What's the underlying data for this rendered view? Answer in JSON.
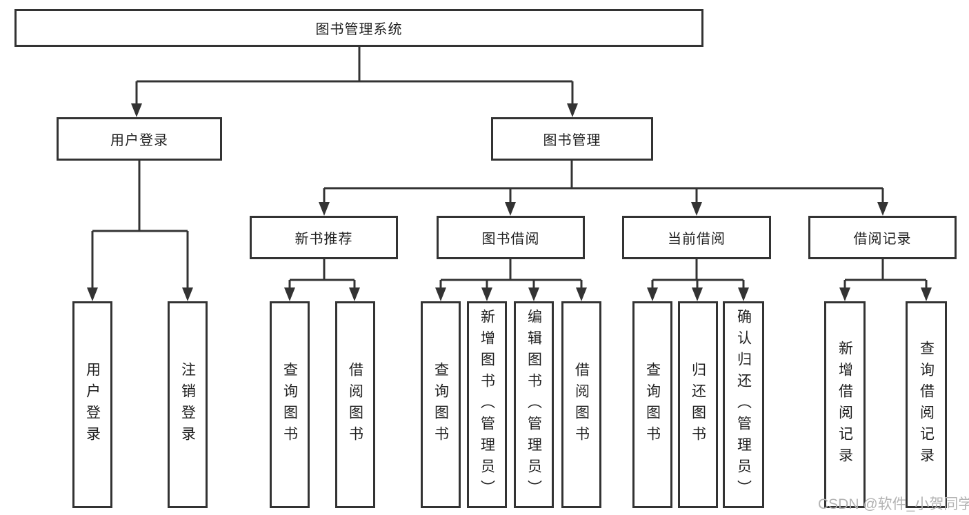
{
  "diagram_title": "图书管理系统",
  "tree": {
    "root": {
      "label": "图书管理系统"
    },
    "branches": [
      {
        "label": "用户登录",
        "children": [
          {
            "label": "用户登录"
          },
          {
            "label": "注销登录"
          }
        ]
      },
      {
        "label": "图书管理",
        "children": [
          {
            "label": "新书推荐",
            "children": [
              {
                "label": "查询图书"
              },
              {
                "label": "借阅图书"
              }
            ]
          },
          {
            "label": "图书借阅",
            "children": [
              {
                "label": "查询图书"
              },
              {
                "label": "新增图书（管理员）"
              },
              {
                "label": "编辑图书（管理员）"
              },
              {
                "label": "借阅图书"
              }
            ]
          },
          {
            "label": "当前借阅",
            "children": [
              {
                "label": "查询图书"
              },
              {
                "label": "归还图书"
              },
              {
                "label": "确认归还（管理员）"
              }
            ]
          },
          {
            "label": "借阅记录",
            "children": [
              {
                "label": "新增借阅记录"
              },
              {
                "label": "查询借阅记录"
              }
            ]
          }
        ]
      }
    ]
  },
  "watermark": {
    "text": "CSDN @软件_小贺同学"
  },
  "colors": {
    "line": "#333333",
    "text": "#1f1f1f",
    "watermark": "#b3b3b3",
    "background": "#ffffff"
  }
}
